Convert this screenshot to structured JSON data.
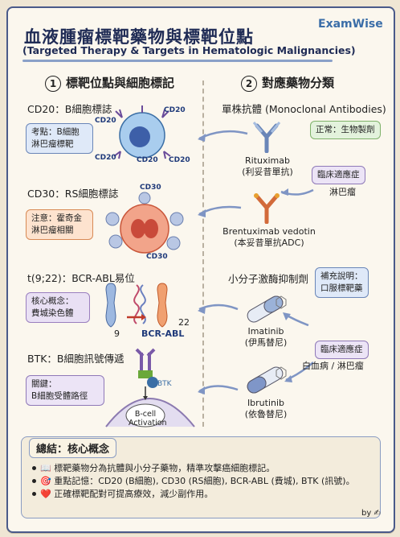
{
  "header": {
    "title": "血液腫瘤標靶藥物與標靶位點",
    "subtitle": "(Targeted Therapy & Targets in Hematologic Malignancies)",
    "brand": "ExamWise"
  },
  "sections": {
    "left": {
      "num": "1",
      "title": "標靶位點與細胞標記"
    },
    "right": {
      "num": "2",
      "title": "對應藥物分類"
    }
  },
  "left": {
    "cd20": {
      "title": "CD20：B細胞標誌",
      "note_line1": "考點：B細胞",
      "note_line2": "淋巴瘤標靶",
      "tag": "CD20"
    },
    "cd30": {
      "title": "CD30：RS細胞標誌",
      "note_line1": "注意：霍奇金",
      "note_line2": "淋巴瘤相關",
      "tag": "CD30"
    },
    "bcr": {
      "title": "t(9;22)：BCR-ABL易位",
      "note_line1": "核心概念：",
      "note_line2": "費城染色體",
      "chr9": "9",
      "chr22": "22",
      "fusion": "BCR-ABL"
    },
    "btk": {
      "title": "BTK：B細胞訊號傳遞",
      "note_line1": "關鍵：",
      "note_line2": "B細胞受體路徑",
      "label_btk": "BTK",
      "activation_line1": "B-cell",
      "activation_line2": "Activation"
    }
  },
  "right": {
    "mab": {
      "title": "單株抗體 (Monoclonal Antibodies)",
      "note": "正常：生物製劑"
    },
    "rituximab": {
      "name": "Rituximab",
      "cn": "(利妥昔單抗)"
    },
    "clinical1": {
      "title": "臨床適應症",
      "text": "淋巴瘤"
    },
    "brentuximab": {
      "name": "Brentuximab vedotin",
      "cn": "(本妥昔單抗ADC)"
    },
    "smi": {
      "title": "小分子激酶抑制劑",
      "note_line1": "補充說明：",
      "note_line2": "口服標靶藥"
    },
    "imatinib": {
      "name": "Imatinib",
      "cn": "(伊馬替尼)"
    },
    "clinical2": {
      "title": "臨床適應症",
      "text": "白血病 / 淋巴瘤"
    },
    "ibrutinib": {
      "name": "Ibrutinib",
      "cn": "(依魯替尼)"
    }
  },
  "summary": {
    "title": "總結：核心概念",
    "bullets": [
      "📖 標靶藥物分為抗體與小分子藥物，精準攻擊癌細胞標記。",
      "🎯 重點記憶：CD20 (B細胞), CD30 (RS細胞), BCR-ABL (費城), BTK (訊號)。",
      "❤️ 正確標靶配對可提高療效，減少副作用。"
    ]
  },
  "footer": {
    "by": "by ✍"
  },
  "colors": {
    "navy": "#1f2b55",
    "accent": "#3b6ea8"
  }
}
